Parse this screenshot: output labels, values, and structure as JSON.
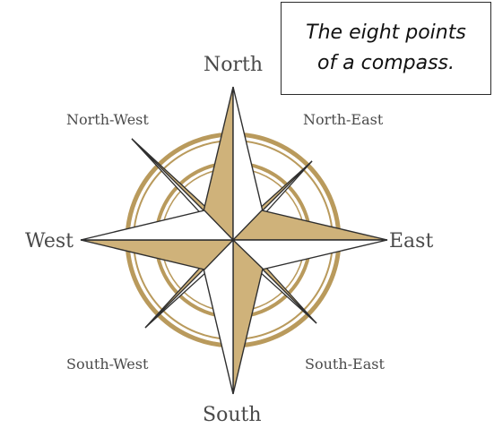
{
  "caption": {
    "line1": "The eight points",
    "line2": "of a compass."
  },
  "directions": {
    "north": "North",
    "south": "South",
    "east": "East",
    "west": "West",
    "north_east": "North-East",
    "north_west": "North-West",
    "south_east": "South-East",
    "south_west": "South-West"
  },
  "colors": {
    "gold": "#cfb27a",
    "ring": "#b99a5c",
    "outline": "#2f2f2f",
    "light_face": "#ffffff"
  }
}
